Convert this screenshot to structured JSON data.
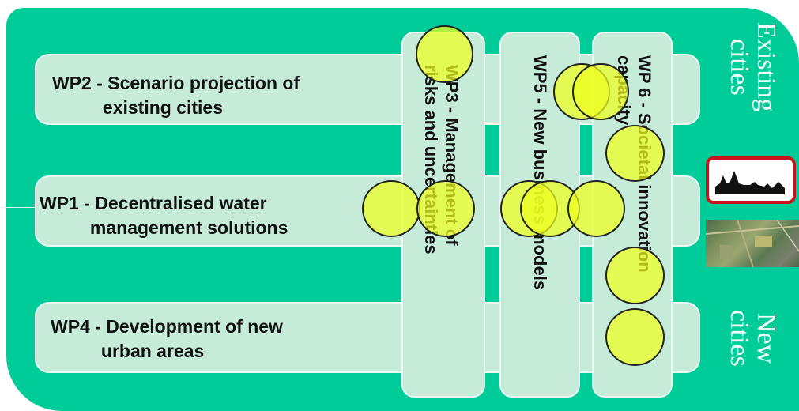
{
  "rows": [
    {
      "id": "wp2",
      "text": "WP2 - Scenario projection of\n          existing cities"
    },
    {
      "id": "wp1",
      "text": "WP1 - Decentralised water\n          management solutions"
    },
    {
      "id": "wp4",
      "text": "WP4 - Development of new\n          urban areas"
    }
  ],
  "columns": [
    {
      "id": "wp3",
      "text": "WP3 - Management of\nrisks and uncertainties"
    },
    {
      "id": "wp5",
      "text": "WP5 - New business models"
    },
    {
      "id": "wp6",
      "text": "WP 6 - Societal innovation\ncapacity"
    }
  ],
  "side_labels": {
    "existing": "Existing\ncities",
    "new": "New\ncities"
  },
  "icons": {
    "town_sign": "town-silhouette-sign-icon",
    "aerial": "aerial-photo-thumbnail"
  },
  "colors": {
    "background": "#00cc99",
    "panel": "#c6ecd9",
    "highlight_circle": "#eeff1e",
    "sign_border": "#c7141c"
  }
}
